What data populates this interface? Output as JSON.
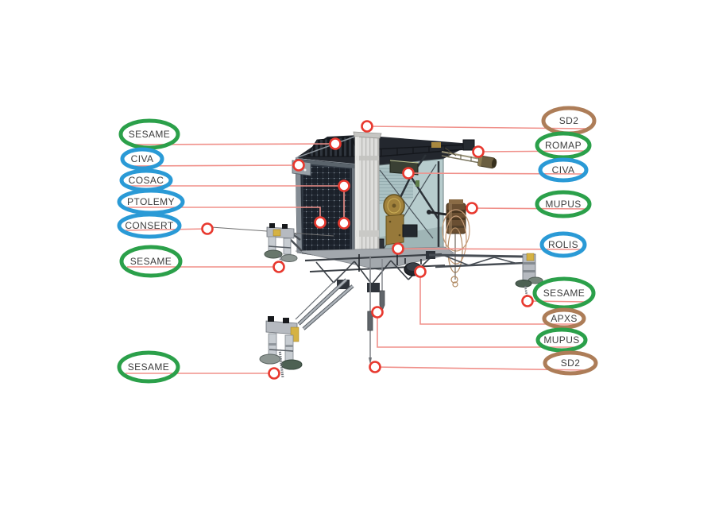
{
  "colors": {
    "green": "#2ba04a",
    "blue": "#2a9ad6",
    "brown": "#ad7d58",
    "connector_line": "#f0908a",
    "marker_ring": "#e8392f",
    "label_text": "#3d3d3d",
    "background": "#ffffff"
  },
  "labels": {
    "sesame_top": {
      "text": "SESAME",
      "color": "#2ba04a"
    },
    "civa_left": {
      "text": "CIVA",
      "color": "#2a9ad6"
    },
    "cosac": {
      "text": "COSAC",
      "color": "#2a9ad6"
    },
    "ptolemy": {
      "text": "PTOLEMY",
      "color": "#2a9ad6"
    },
    "consert": {
      "text": "CONSERT",
      "color": "#2a9ad6"
    },
    "sesame_left": {
      "text": "SESAME",
      "color": "#2ba04a"
    },
    "sesame_bottom": {
      "text": "SESAME",
      "color": "#2ba04a"
    },
    "sd2_top": {
      "text": "SD2",
      "color": "#ad7d58"
    },
    "romap": {
      "text": "ROMAP",
      "color": "#2ba04a"
    },
    "civa_right": {
      "text": "CIVA",
      "color": "#2a9ad6"
    },
    "mupus_right": {
      "text": "MUPUS",
      "color": "#2ba04a"
    },
    "rolis": {
      "text": "ROLIS",
      "color": "#2a9ad6"
    },
    "sesame_right": {
      "text": "SESAME",
      "color": "#2ba04a"
    },
    "apxs": {
      "text": "APXS",
      "color": "#ad7d58"
    },
    "mupus_bottom": {
      "text": "MUPUS",
      "color": "#2ba04a"
    },
    "sd2_bottom": {
      "text": "SD2",
      "color": "#ad7d58"
    }
  }
}
